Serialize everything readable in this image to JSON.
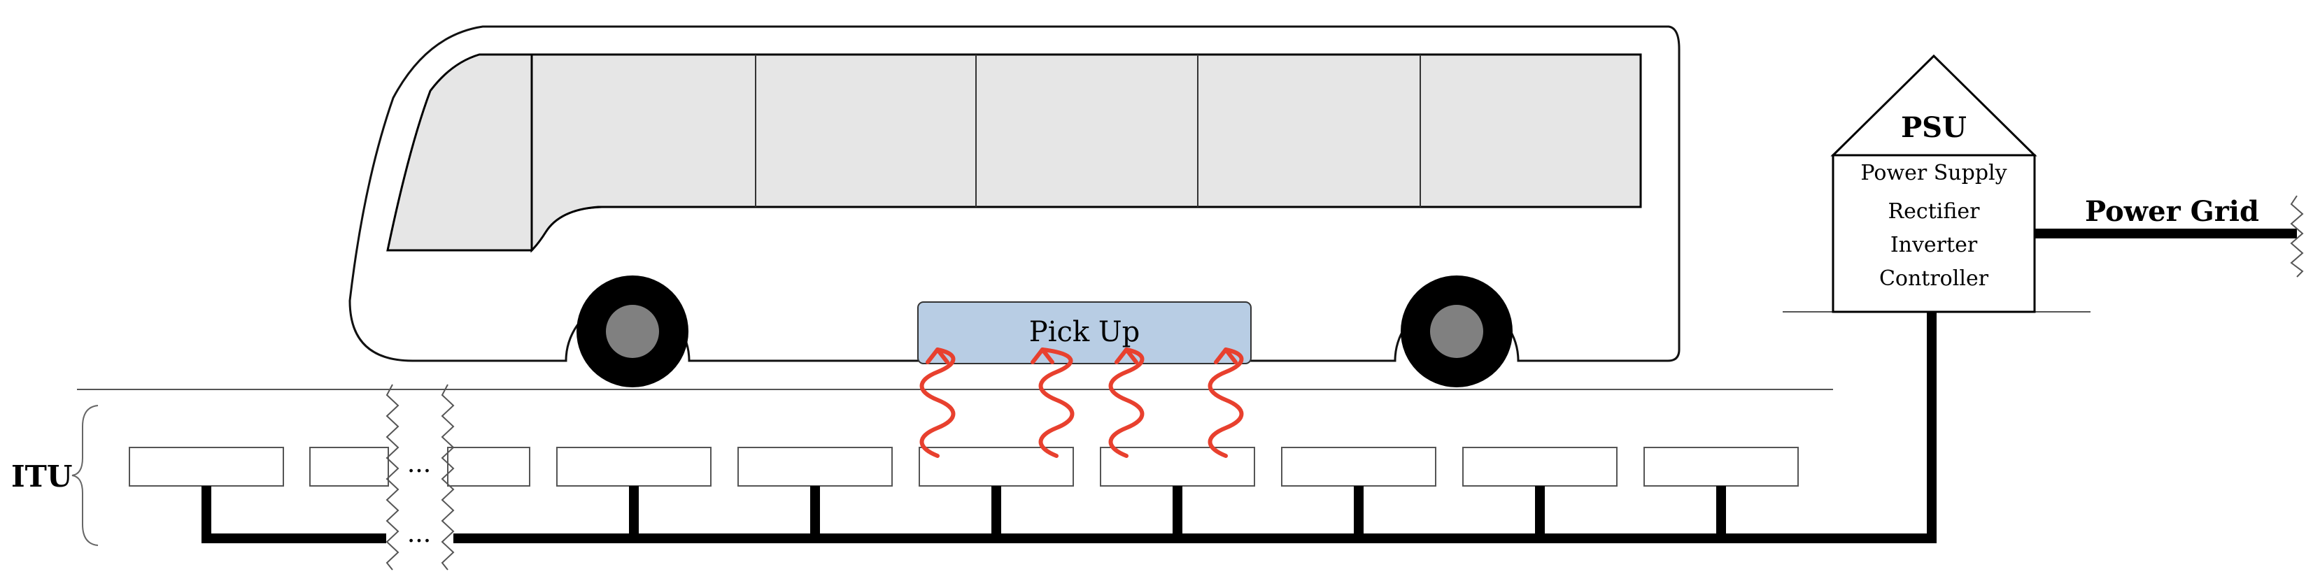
{
  "labels": {
    "pickup": "Pick Up",
    "itu": "ITU",
    "psu_title": "PSU",
    "psu_lines": [
      "Power Supply",
      "Rectifier",
      "Inverter",
      "Controller"
    ],
    "power_grid": "Power Grid",
    "ellipsis_top": "...",
    "ellipsis_bottom": "..."
  },
  "colors": {
    "pickup_fill": "#b8cde4",
    "window_fill": "#e6e6e6",
    "wave": "#e8402e",
    "cable": "#000000",
    "wheel_hub": "#808080"
  },
  "icons": {
    "wave": "induction-wave-arrow-icon",
    "wheel": "wheel-icon",
    "break": "zigzag-break-icon"
  }
}
